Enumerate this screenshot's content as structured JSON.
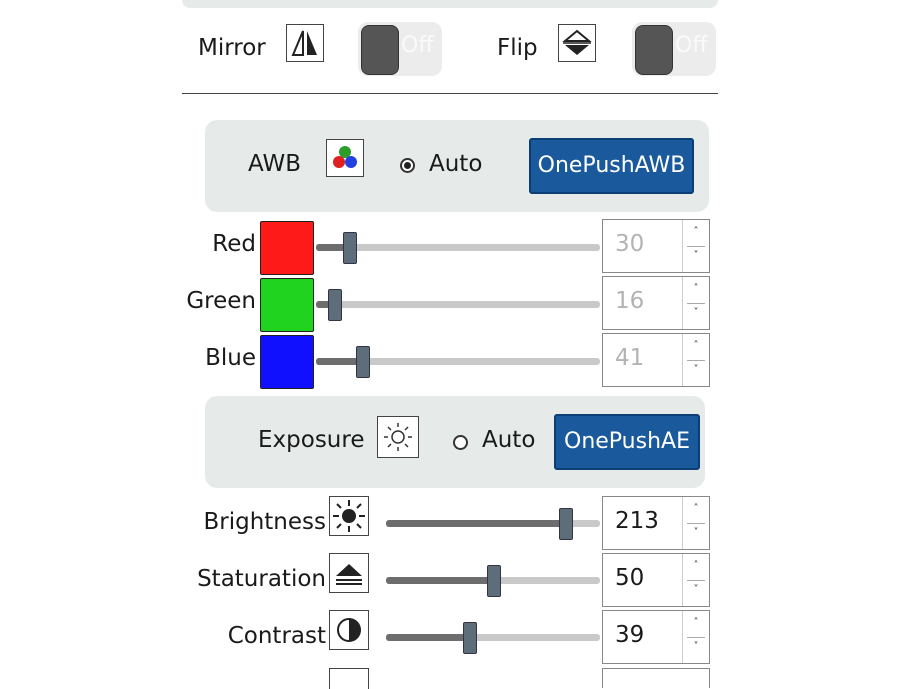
{
  "mirror_row": {
    "mirror_label": "Mirror",
    "mirror_toggle_text": "Off",
    "flip_label": "Flip",
    "flip_toggle_text": "Off"
  },
  "awb": {
    "label": "AWB",
    "auto_label": "Auto",
    "auto_selected": true,
    "button_label": "OnePushAWB"
  },
  "color_channels": [
    {
      "label": "Red",
      "color": "#ff1a1a",
      "value": "30",
      "enabled": false
    },
    {
      "label": "Green",
      "color": "#1fd31f",
      "value": "16",
      "enabled": false
    },
    {
      "label": "Blue",
      "color": "#1010ff",
      "value": "41",
      "enabled": false
    }
  ],
  "exposure": {
    "label": "Exposure",
    "auto_label": "Auto",
    "auto_selected": false,
    "button_label": "OnePushAE"
  },
  "adjustments": [
    {
      "label": "Brightness",
      "icon": "brightness-icon",
      "value": "213",
      "enabled": true
    },
    {
      "label": "Staturation",
      "icon": "saturation-icon",
      "value": "50",
      "enabled": true
    },
    {
      "label": "Contrast",
      "icon": "contrast-icon",
      "value": "39",
      "enabled": true
    }
  ],
  "colors": {
    "button_blue": "#1a5a9c",
    "panel_bg": "#e6ebe9",
    "knob": "#555555",
    "slider_thumb": "#5d6d79"
  }
}
